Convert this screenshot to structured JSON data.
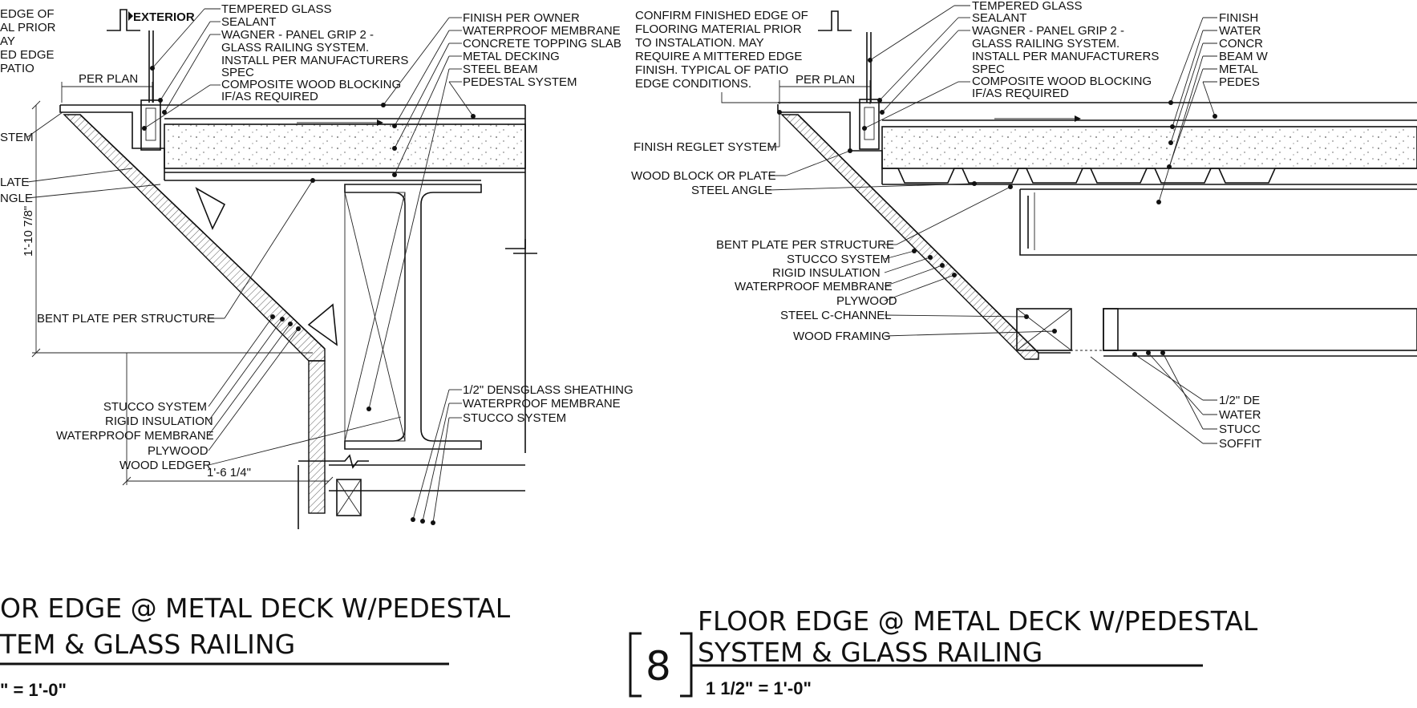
{
  "left_detail": {
    "notes_cut": [
      "EDGE OF",
      "AL PRIOR",
      "AY",
      "ED EDGE",
      "PATIO"
    ],
    "exterior": "EXTERIOR",
    "per_plan": "PER PLAN",
    "callouts_top": [
      "TEMPERED GLASS",
      "SEALANT",
      "WAGNER - PANEL GRIP 2 -",
      "GLASS RAILING SYSTEM.",
      "INSTALL PER MANUFACTURERS",
      "SPEC",
      "COMPOSITE WOOD BLOCKING",
      "IF/AS REQUIRED"
    ],
    "callouts_right": [
      "FINISH PER OWNER",
      "WATERPROOF MEMBRANE",
      "CONCRETE TOPPING SLAB",
      "METAL DECKING",
      "STEEL BEAM",
      "PEDESTAL SYSTEM"
    ],
    "left_cut": [
      "STEM",
      "LATE",
      "NGLE"
    ],
    "dim_vertical": "1'-10 7/8\"",
    "bent_plate": "BENT PLATE PER STRUCTURE",
    "callouts_lower_left": [
      "STUCCO SYSTEM",
      "RIGID INSULATION",
      "WATERPROOF MEMBRANE",
      "PLYWOOD",
      "WOOD LEDGER"
    ],
    "callouts_lower_right": [
      "1/2\" DENSGLASS SHEATHING",
      "WATERPROOF MEMBRANE",
      "STUCCO SYSTEM"
    ],
    "dim_horizontal": "1'-6 1/4\"",
    "title_line1": "OR EDGE @ METAL DECK W/PEDESTAL",
    "title_line2": "TEM & GLASS RAILING",
    "scale": "\" = 1'-0\""
  },
  "right_detail": {
    "note": [
      "CONFIRM FINISHED EDGE OF",
      "FLOORING MATERIAL PRIOR",
      "TO INSTALATION. MAY",
      "REQUIRE A MITTERED EDGE",
      "FINISH. TYPICAL OF PATIO",
      "EDGE CONDITIONS."
    ],
    "per_plan": "PER PLAN",
    "callouts_top": [
      "TEMPERED GLASS",
      "SEALANT",
      "WAGNER - PANEL GRIP 2 -",
      "GLASS RAILING SYSTEM.",
      "INSTALL PER MANUFACTURERS",
      "SPEC",
      "COMPOSITE WOOD BLOCKING",
      "IF/AS REQUIRED"
    ],
    "callouts_right_cut": [
      "FINISH",
      "WATER",
      "CONCR",
      "BEAM W",
      "METAL",
      "PEDES"
    ],
    "callouts_left": [
      "FINISH REGLET SYSTEM",
      "WOOD BLOCK OR PLATE",
      "STEEL ANGLE"
    ],
    "callouts_lower_left": [
      "BENT PLATE PER STRUCTURE",
      "STUCCO SYSTEM",
      "RIGID INSULATION",
      "WATERPROOF MEMBRANE",
      "PLYWOOD",
      "STEEL C-CHANNEL",
      "WOOD FRAMING"
    ],
    "callouts_lower_right_cut": [
      "1/2\" DE",
      "WATER",
      "STUCC",
      "SOFFIT"
    ],
    "detail_number": "8",
    "title_line1": "FLOOR EDGE @ METAL DECK W/PEDESTAL",
    "title_line2": "SYSTEM & GLASS RAILING",
    "scale": "1 1/2\" = 1'-0\""
  }
}
